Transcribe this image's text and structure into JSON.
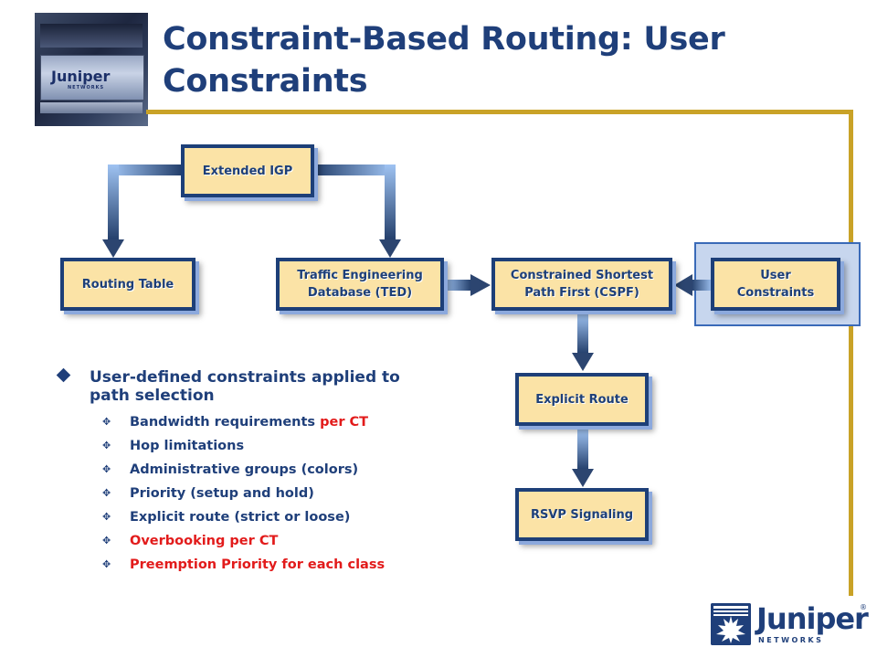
{
  "slide": {
    "title": "Constraint-Based Routing: User Constraints"
  },
  "photo_logo": {
    "word": "Juniper",
    "sub": "NETWORKS"
  },
  "diagram": {
    "nodes": {
      "extended_igp": "Extended IGP",
      "routing_table": "Routing Table",
      "ted_line1": "Traffic Engineering",
      "ted_line2": "Database (TED)",
      "cspf_line1": "Constrained Shortest",
      "cspf_line2": "Path First (CSPF)",
      "user_line1": "User",
      "user_line2": "Constraints",
      "explicit_route": "Explicit Route",
      "rsvp_signaling": "RSVP Signaling"
    }
  },
  "bullets": {
    "main": "User-defined constraints applied to path selection",
    "items": [
      {
        "text": "Bandwidth requirements ",
        "suffix": "per CT"
      },
      {
        "text": "Hop limitations",
        "suffix": ""
      },
      {
        "text": "Administrative groups (colors)",
        "suffix": ""
      },
      {
        "text": "Priority (setup and hold)",
        "suffix": ""
      },
      {
        "text": "Explicit route (strict or loose)",
        "suffix": ""
      },
      {
        "text": "Overbooking per CT",
        "suffix": ""
      },
      {
        "text": "Preemption Priority for each class",
        "suffix": ""
      }
    ]
  },
  "footer_logo": {
    "word": "Juniper",
    "sub": "NETWORKS",
    "reg": "®"
  },
  "colors": {
    "navy": "#1d3f78",
    "box_fill": "#fbe3a6",
    "gold": "#c9a227",
    "red": "#e21b1b"
  }
}
